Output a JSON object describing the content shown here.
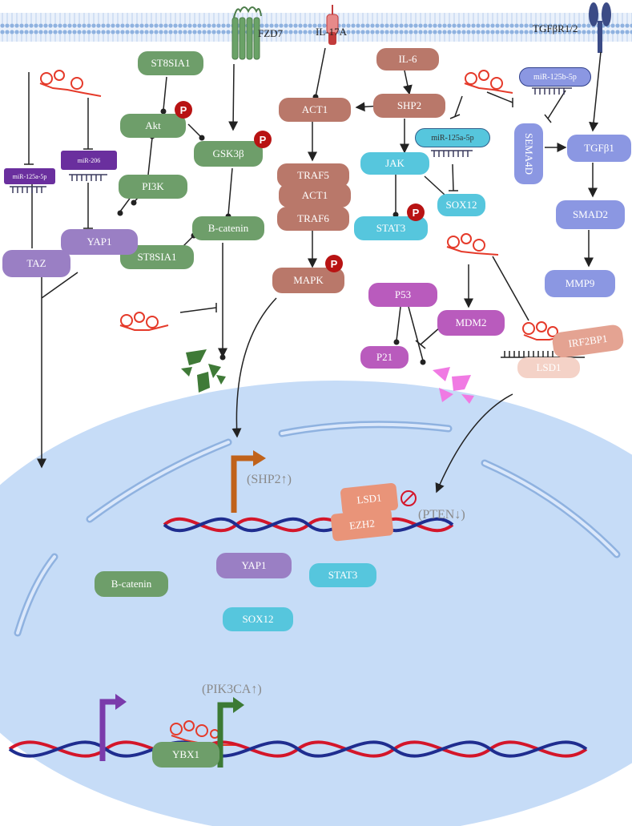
{
  "receptors": {
    "fzd7": "FZD7",
    "il17a": "IL-17A",
    "tgfbr": "TGFβR1/2"
  },
  "nodes": {
    "st8sia1_top": "ST8SIA1",
    "akt": "Akt",
    "gsk3b": "GSK3β",
    "pi3k": "PI3K",
    "bcatenin": "B-catenin",
    "st8sia1_low": "ST8SIA1",
    "act1": "ACT1",
    "traf5": "TRAF5",
    "act1_b": "ACT1",
    "traf6": "TRAF6",
    "mapk": "MAPK",
    "il6": "IL-6",
    "shp2": "SHP2",
    "jak": "JAK",
    "stat3": "STAT3",
    "sox12": "SOX12",
    "mir125a_right": "miR-125a-5p",
    "mir125b": "miR-125b-5p",
    "sema4d": "SEMA4D",
    "tgfb1": "TGFβ1",
    "smad2": "SMAD2",
    "mmp9": "MMP9",
    "p53": "P53",
    "mdm2": "MDM2",
    "p21": "P21",
    "irf2bp1": "IRF2BP1",
    "lsd1_top": "LSD1",
    "mir125a_left": "miR-125a-5p",
    "mir206": "miR-206",
    "yap1_top": "YAP1",
    "taz": "TAZ"
  },
  "phospho_label": "P",
  "nucleus": {
    "shp2_up": "(SHP2↑)",
    "pten_down": "(PTEN↓)",
    "lsd1": "LSD1",
    "ezh2": "EZH2",
    "bcatenin": "B-catenin",
    "yap1": "YAP1",
    "stat3": "STAT3",
    "sox12": "SOX12",
    "pik3ca_up": "(PIK3CA↑)",
    "ybx1": "YBX1"
  },
  "colors": {
    "green": "#6e9e6a",
    "brown": "#b9786a",
    "cyan": "#56c6dd",
    "purple": "#9a7fc4",
    "magenta": "#b95bbd",
    "blue": "#8b97e2",
    "dark_purple": "#6a2f9e",
    "phospho": "#b81313",
    "nucleus": "#c6dcf7",
    "membrane": "#a8c8ef",
    "dna_red": "#d4162a",
    "dna_blue": "#1f2d8f",
    "rna_red": "#e53a2a"
  }
}
